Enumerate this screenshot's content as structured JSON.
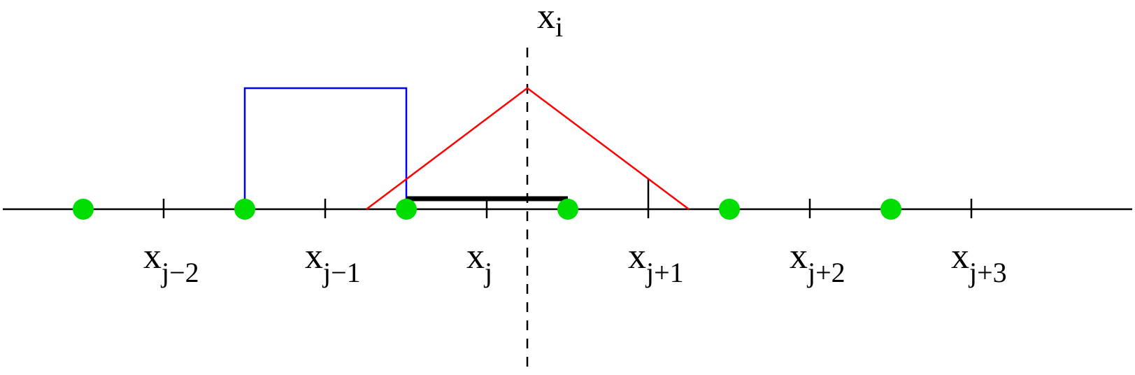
{
  "diagram": {
    "point_label": {
      "base": "x",
      "sub": "i"
    },
    "grid_labels": [
      {
        "base": "x",
        "sub": "j−2"
      },
      {
        "base": "x",
        "sub": "j−1"
      },
      {
        "base": "x",
        "sub": "j"
      },
      {
        "base": "x",
        "sub": "j+1"
      },
      {
        "base": "x",
        "sub": "j+2"
      },
      {
        "base": "x",
        "sub": "j+3"
      }
    ],
    "colors": {
      "axis": "#000000",
      "box_function": "#0000ff",
      "hat_function": "#ff0000",
      "nodes": "#00dd00",
      "segment": "#000000"
    }
  }
}
